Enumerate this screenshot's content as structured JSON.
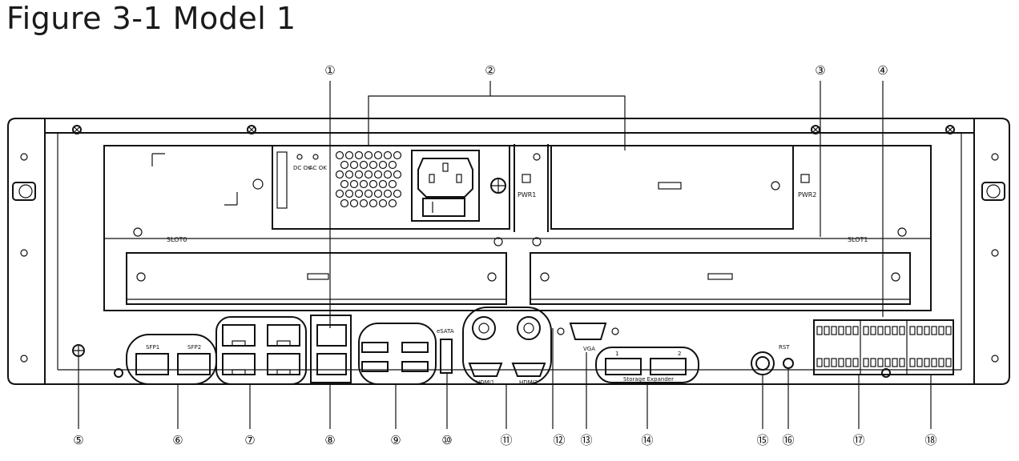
{
  "title": "Figure 3-1 Model 1",
  "callouts": [
    {
      "id": 1,
      "label": "①"
    },
    {
      "id": 2,
      "label": "②"
    },
    {
      "id": 3,
      "label": "③"
    },
    {
      "id": 4,
      "label": "④"
    },
    {
      "id": 5,
      "label": "⑤"
    },
    {
      "id": 6,
      "label": "⑥"
    },
    {
      "id": 7,
      "label": "⑦"
    },
    {
      "id": 8,
      "label": "⑧"
    },
    {
      "id": 9,
      "label": "⑨"
    },
    {
      "id": 10,
      "label": "⑩"
    },
    {
      "id": 11,
      "label": "⑪"
    },
    {
      "id": 12,
      "label": "⑫"
    },
    {
      "id": 13,
      "label": "⑬"
    },
    {
      "id": 14,
      "label": "⑭"
    },
    {
      "id": 15,
      "label": "⑮"
    },
    {
      "id": 16,
      "label": "⑯"
    },
    {
      "id": 17,
      "label": "⑰"
    },
    {
      "id": 18,
      "label": "⑱"
    }
  ],
  "panel_labels": {
    "pwr1": "PWR1",
    "pwr2": "PWR2",
    "slot0": "SLOT0",
    "slot1": "SLOT1",
    "esata": "eSATA",
    "vga": "VGA",
    "hdmi1": "HDMI1",
    "hdmi2": "HDMI2",
    "storage_expander": "Storage Expander",
    "exp1": "1",
    "exp2": "2",
    "sfp1": "SFP1",
    "sfp2": "SFP2",
    "rst": "RST",
    "dc_ok": "DC OK",
    "ac_ok": "AC OK"
  },
  "colors": {
    "line": "#111111",
    "background": "#ffffff"
  }
}
